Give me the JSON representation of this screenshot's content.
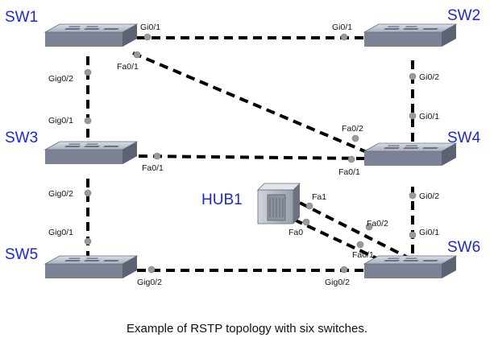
{
  "diagram": {
    "caption": "Example of RSTP topology with six switches.",
    "devices": [
      {
        "id": "sw1",
        "label": "SW1",
        "kind": "switch"
      },
      {
        "id": "sw2",
        "label": "SW2",
        "kind": "switch"
      },
      {
        "id": "sw3",
        "label": "SW3",
        "kind": "switch"
      },
      {
        "id": "sw4",
        "label": "SW4",
        "kind": "switch"
      },
      {
        "id": "sw5",
        "label": "SW5",
        "kind": "switch"
      },
      {
        "id": "sw6",
        "label": "SW6",
        "kind": "switch"
      },
      {
        "id": "hub1",
        "label": "HUB1",
        "kind": "hub"
      }
    ],
    "links": [
      {
        "from": "sw1",
        "from_port": "Gi0/1",
        "to": "sw2",
        "to_port": "Gi0/1"
      },
      {
        "from": "sw1",
        "from_port": "Gig0/2",
        "to": "sw3",
        "to_port": "Gig0/1"
      },
      {
        "from": "sw1",
        "from_port": "Fa0/1",
        "to": "sw4",
        "to_port": "Fa0/2"
      },
      {
        "from": "sw2",
        "from_port": "Gi0/2",
        "to": "sw4",
        "to_port": "Gi0/1"
      },
      {
        "from": "sw3",
        "from_port": "Fa0/1",
        "to": "sw4",
        "to_port": "Fa0/1"
      },
      {
        "from": "sw3",
        "from_port": "Gig0/2",
        "to": "sw5",
        "to_port": "Gig0/1"
      },
      {
        "from": "sw4",
        "from_port": "Gi0/2",
        "to": "sw6",
        "to_port": "Gi0/1"
      },
      {
        "from": "sw5",
        "from_port": "Gig0/2",
        "to": "sw6",
        "to_port": "Gig0/2"
      },
      {
        "from": "hub1",
        "from_port": "Fa1",
        "to": "sw6",
        "to_port": "Fa0/2"
      },
      {
        "from": "hub1",
        "from_port": "Fa0",
        "to": "sw6",
        "to_port": "Fa0/1"
      }
    ]
  }
}
